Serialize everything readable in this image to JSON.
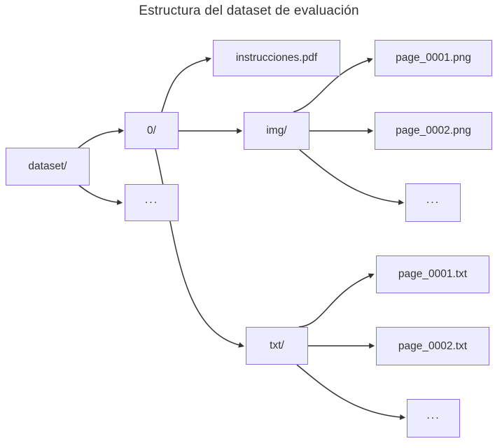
{
  "title": "Estructura del dataset de evaluación",
  "diagram": {
    "nodes": [
      {
        "id": "dataset",
        "label": "dataset/"
      },
      {
        "id": "zero",
        "label": "0/"
      },
      {
        "id": "dots_mid",
        "label": "..."
      },
      {
        "id": "instrucciones",
        "label": "instrucciones.pdf"
      },
      {
        "id": "img",
        "label": "img/"
      },
      {
        "id": "png1",
        "label": "page_0001.png"
      },
      {
        "id": "png2",
        "label": "page_0002.png"
      },
      {
        "id": "dots_img",
        "label": "..."
      },
      {
        "id": "txt",
        "label": "txt/"
      },
      {
        "id": "txt1",
        "label": "page_0001.txt"
      },
      {
        "id": "txt2",
        "label": "page_0002.txt"
      },
      {
        "id": "dots_txt",
        "label": "..."
      }
    ],
    "edges": [
      {
        "from": "dataset",
        "to": "zero"
      },
      {
        "from": "dataset",
        "to": "dots_mid"
      },
      {
        "from": "zero",
        "to": "instrucciones"
      },
      {
        "from": "zero",
        "to": "img"
      },
      {
        "from": "zero",
        "to": "txt"
      },
      {
        "from": "img",
        "to": "png1"
      },
      {
        "from": "img",
        "to": "png2"
      },
      {
        "from": "img",
        "to": "dots_img"
      },
      {
        "from": "txt",
        "to": "txt1"
      },
      {
        "from": "txt",
        "to": "txt2"
      },
      {
        "from": "txt",
        "to": "dots_txt"
      }
    ],
    "colors": {
      "node_fill": "#ECECFF",
      "node_border": "#9370DB",
      "edge": "#333333",
      "text": "#333333",
      "background": "#FFFFFF"
    }
  }
}
